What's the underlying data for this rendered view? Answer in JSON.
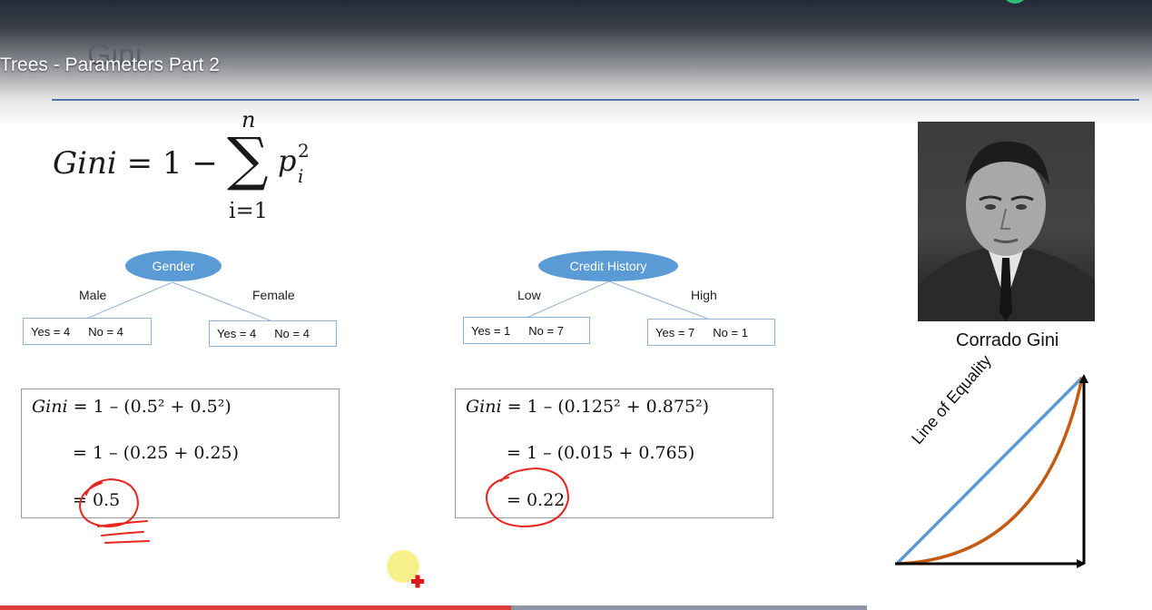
{
  "video": {
    "title": "Trees - Parameters Part 2",
    "progress_fraction": 0.59
  },
  "slide": {
    "title": "Gini",
    "formula": {
      "lhs": "Gini",
      "equals": "= 1 −",
      "upper": "n",
      "lower": "i=1",
      "sum_symbol": "∑",
      "term": "p",
      "term_sup": "2",
      "term_sub": "i"
    },
    "tree_gender": {
      "root": "Gender",
      "left_label": "Male",
      "right_label": "Female",
      "left_leaf": {
        "yes": "Yes = 4",
        "no": "No = 4"
      },
      "right_leaf": {
        "yes": "Yes = 4",
        "no": "No = 4"
      }
    },
    "tree_credit": {
      "root": "Credit History",
      "left_label": "Low",
      "right_label": "High",
      "left_leaf": {
        "yes": "Yes = 1",
        "no": "No = 7"
      },
      "right_leaf": {
        "yes": "Yes = 7",
        "no": "No = 1"
      }
    },
    "calc_gender": {
      "line1_var": "Gini",
      "line1": "= 1 – (0.5² + 0.5²)",
      "line2": "= 1 – (0.25 + 0.25)",
      "line3": "= 0.5"
    },
    "calc_credit": {
      "line1_var": "Gini",
      "line1": "= 1 – (0.125² + 0.875²)",
      "line2": "= 1 – (0.015 + 0.765)",
      "line3": "= 0.22"
    },
    "portrait_caption": "Corrado Gini",
    "lorenz_label": "Line of Equality"
  },
  "colors": {
    "node_fill": "#5b9bd5",
    "title_rule": "#4f72b0",
    "equality_line": "#5b9bd5",
    "lorenz_curve": "#c55a11",
    "annotation": "#e8261f",
    "progress": "#e03a3a"
  }
}
